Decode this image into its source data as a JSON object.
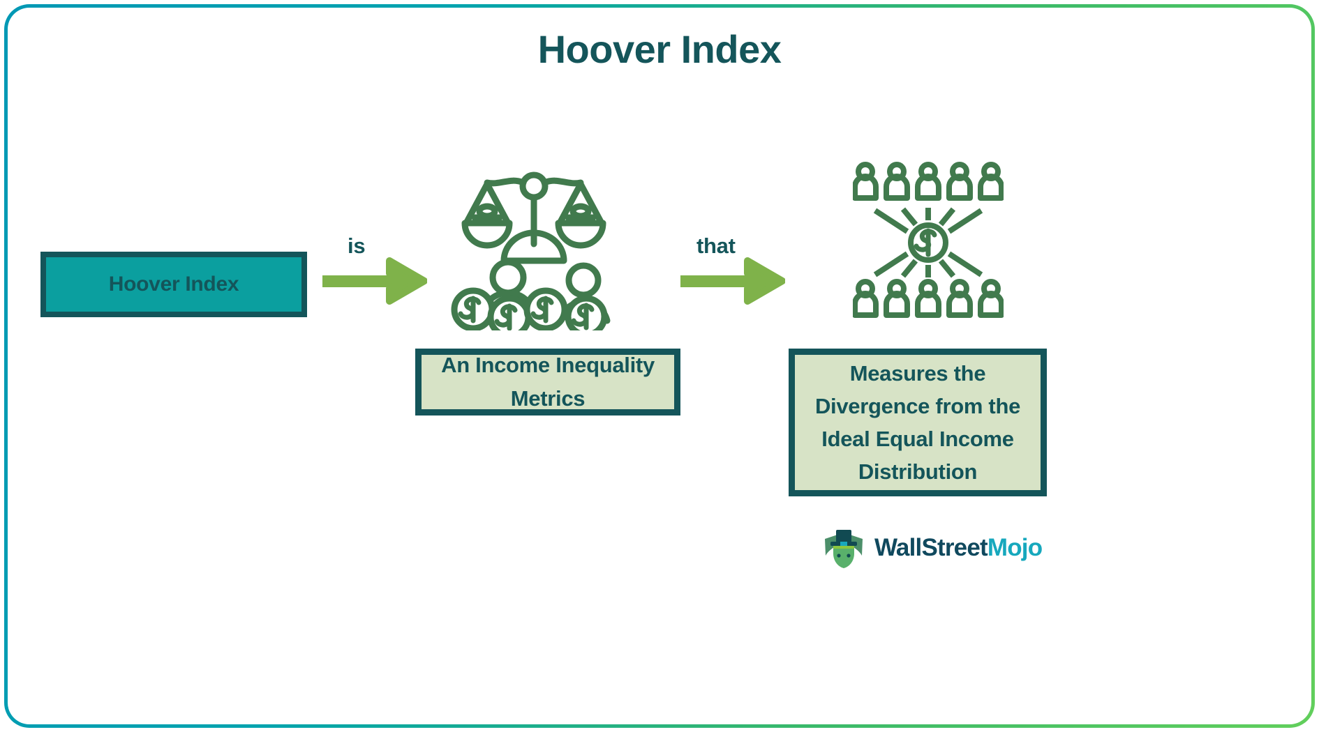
{
  "page": {
    "title": "Hoover Index",
    "brand": {
      "name_part_1": "WallStreet",
      "name_part_2": "Mojo",
      "mark": "bull-mascot-with-top-hat-icon"
    }
  },
  "flow": {
    "start_box": {
      "label": "Hoover Index"
    },
    "connector_1": {
      "label": "is",
      "icon": "arrow-right-icon"
    },
    "node_1": {
      "icon": "balance-scale-with-money-and-people-icon",
      "caption": "An Income Inequality Metrics",
      "caption_lines": [
        "An Income Inequality",
        "Metrics"
      ]
    },
    "connector_2": {
      "label": "that",
      "icon": "arrow-right-icon"
    },
    "node_2": {
      "icon": "people-around-dollar-coin-distribution-icon",
      "caption": "Measures the Divergence from the Ideal Equal Income Distribution",
      "caption_lines": [
        "Measures the",
        "Divergence from the",
        "Ideal Equal Income",
        "Distribution"
      ]
    }
  },
  "colors": {
    "title_text": "#14555a",
    "box_fill_teal": "#0b9f9f",
    "box_fill_light_green": "#d7e3c6",
    "box_border": "#14555a",
    "arrow_green": "#7fb24a",
    "icon_green": "#417a4d",
    "frame_gradient_start": "#0098b4",
    "frame_gradient_end": "#62cf5c",
    "brand_dark": "#10495e",
    "brand_accent": "#17a8bd"
  }
}
